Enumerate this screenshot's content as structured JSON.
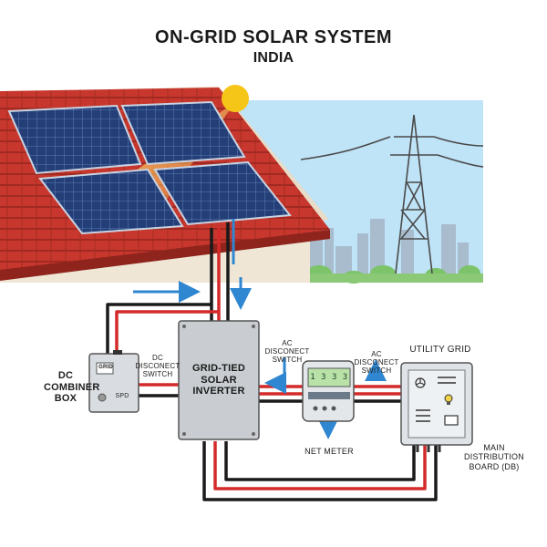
{
  "title": "ON-GRID SOLAR SYSTEM",
  "subtitle": "INDIA",
  "components": {
    "dc_combiner_box": {
      "label_line1": "DC",
      "label_line2": "COMBINER",
      "label_line3": "BOX",
      "tag": "GRID",
      "spd": "SPD"
    },
    "dc_disconnect": {
      "line1": "DC",
      "line2": "DISCONECT",
      "line3": "SWITCH"
    },
    "inverter": {
      "line1": "GRID-TIED",
      "line2": "SOLAR",
      "line3": "INVERTER"
    },
    "ac_disconnect_1": {
      "line1": "AC DISCONECT",
      "line2": "SWITCH"
    },
    "ac_disconnect_2": {
      "line1": "AC",
      "line2": "DISCONECT",
      "line3": "SWITCH"
    },
    "net_meter": {
      "label": "NET METER",
      "display": "1 3 3 3"
    },
    "utility_grid": {
      "label": "UTILITY GRID"
    },
    "main_db": {
      "line1": "MAIN",
      "line2": "DISTRIBUTION",
      "line3": "BOARD (DB)"
    }
  },
  "colors": {
    "roof_tile": "#c8372d",
    "wall": "#efe6d6",
    "sky": "#bfe3f7",
    "panel": "#1f3b6e",
    "wire_red": "#d42a2a",
    "wire_black": "#1a1a1a",
    "wire_blue": "#2f86d1",
    "device_gray": "#d9dde1",
    "sun": "#f5c518"
  },
  "icons": [
    "sun-icon",
    "transmission-tower-icon",
    "fan-icon",
    "bulb-icon",
    "tv-icon",
    "flow-arrow-icon"
  ]
}
